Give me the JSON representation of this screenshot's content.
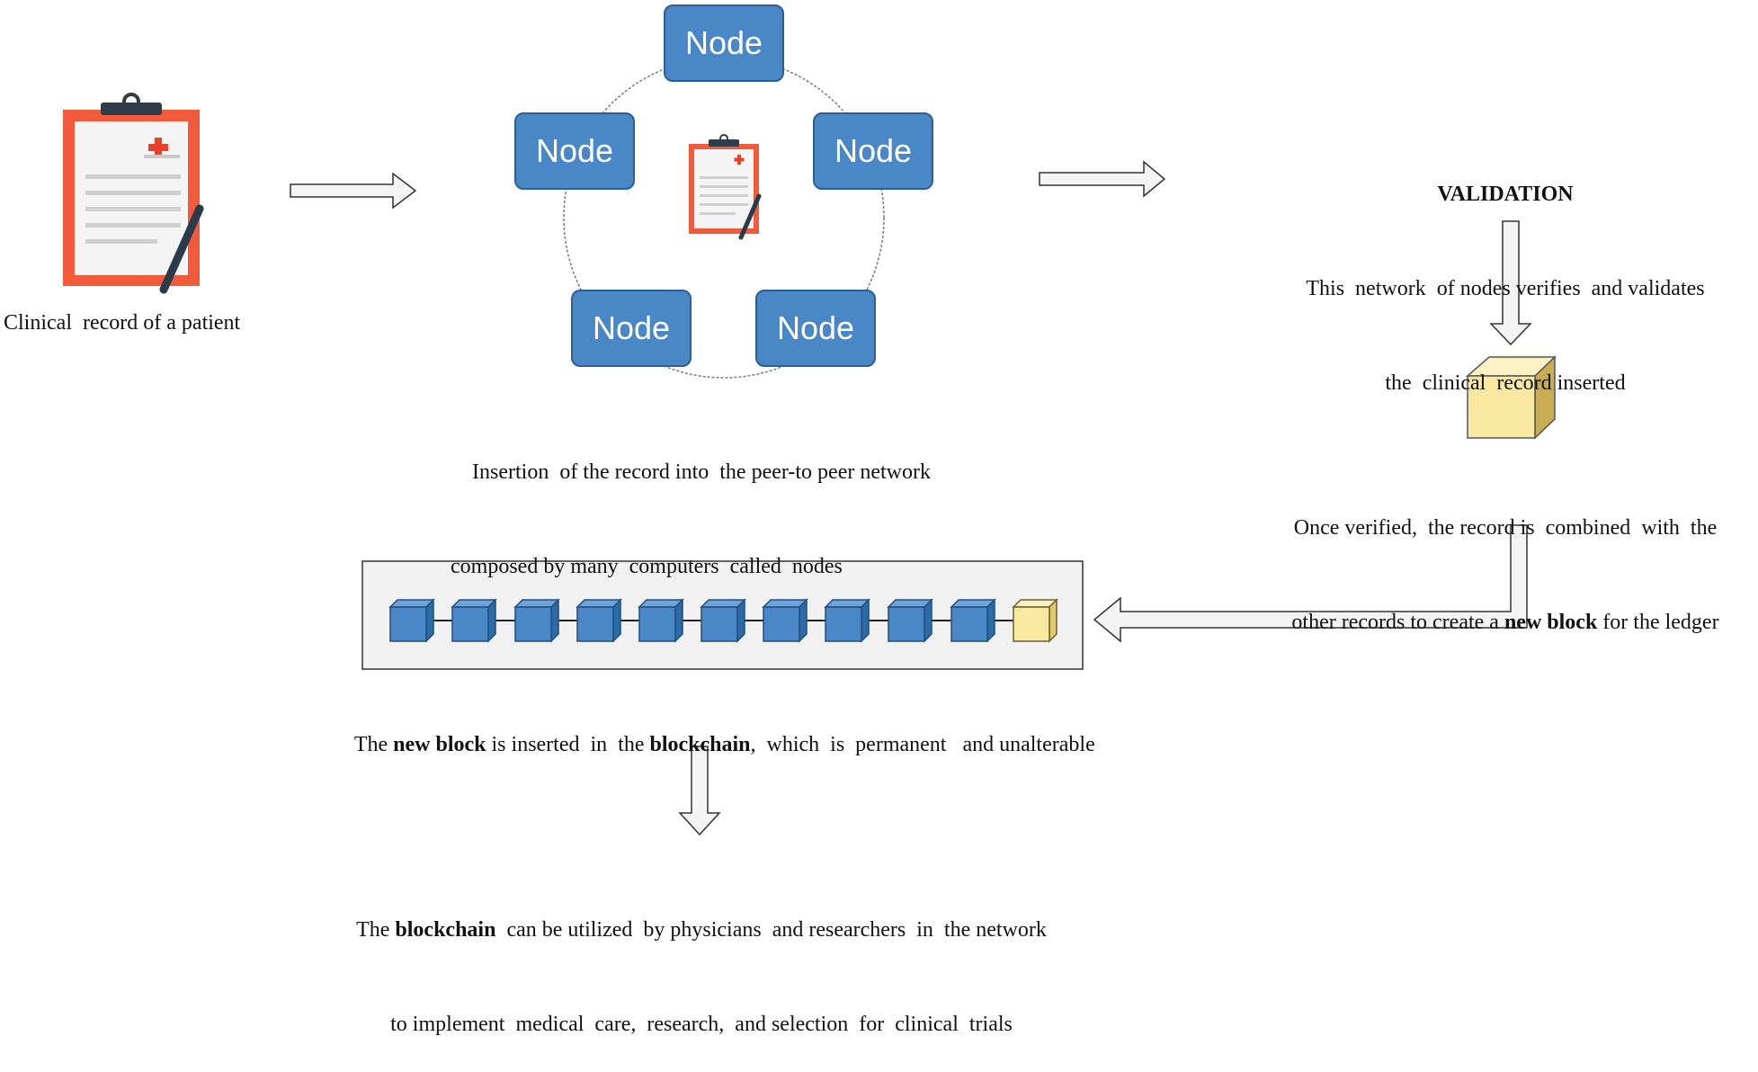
{
  "patient_record": {
    "caption": "Clinical  record of a patient",
    "icon": "clipboard-medical-record-icon"
  },
  "network": {
    "node_label": "Node",
    "node_color": "#4a87c6",
    "caption_line1": "Insertion  of the record into  the peer-to peer network",
    "caption_line2": "composed by many  computers  called  nodes"
  },
  "validation": {
    "title": "VALIDATION",
    "line1": "This  network  of nodes verifies  and validates",
    "line2": "the  clinical  record inserted"
  },
  "new_block": {
    "color": "#f9e8a0",
    "line1": "Once verified,  the record is  combined  with  the",
    "line2_pre": "other records to create a ",
    "line2_bold": "new block",
    "line2_post": " for the ledger"
  },
  "blockchain": {
    "block_color": "#4a87c6",
    "new_block_color": "#f9e8a0",
    "caption_t1": "The ",
    "caption_b1": "new block",
    "caption_t2": " is inserted  in  the ",
    "caption_b2": "blockchain",
    "caption_t3": ",  which  is  permanent   and unalterable"
  },
  "usage": {
    "line1_pre": "The ",
    "line1_bold": "blockchain",
    "line1_post": "  can be utilized  by physicians  and researchers  in  the network",
    "line2": "to implement  medical  care,  research,  and selection  for  clinical  trials"
  }
}
